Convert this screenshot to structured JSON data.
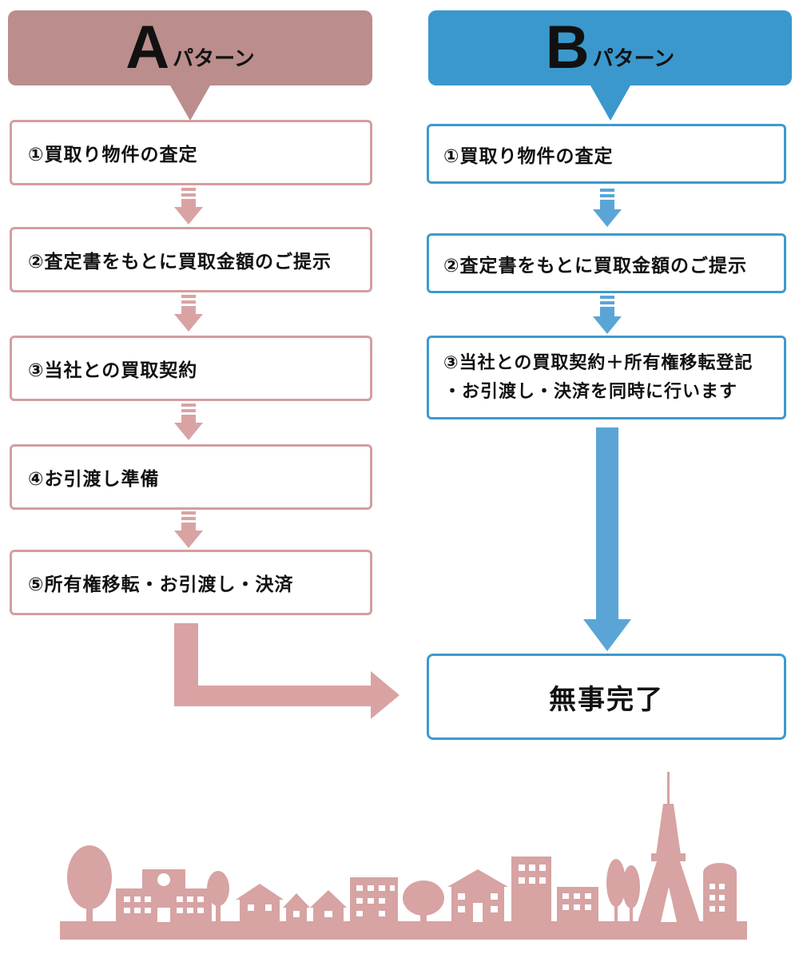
{
  "colors": {
    "pattern_a": "#bb8d8c",
    "pattern_a_line": "#d49e9f",
    "pattern_a_arrow": "#d9a3a4",
    "pattern_b": "#3a98cc",
    "pattern_b_arrow": "#5aa5d6",
    "skyline": "#d7a3a3"
  },
  "pattern_a": {
    "letter": "A",
    "word": "パターン",
    "steps": [
      "①買取り物件の査定",
      "②査定書をもとに買取金額のご提示",
      "③当社との買取契約",
      "④お引渡し準備",
      "⑤所有権移転・お引渡し・決済"
    ]
  },
  "pattern_b": {
    "letter": "B",
    "word": "パターン",
    "steps": [
      "①買取り物件の査定",
      "②査定書をもとに買取金額のご提示"
    ],
    "step3_line1": "③当社との買取契約＋所有権移転登記",
    "step3_line2": "・お引渡し・決済を同時に行います"
  },
  "completion": "無事完了",
  "illustration": "city-skyline-with-tower"
}
